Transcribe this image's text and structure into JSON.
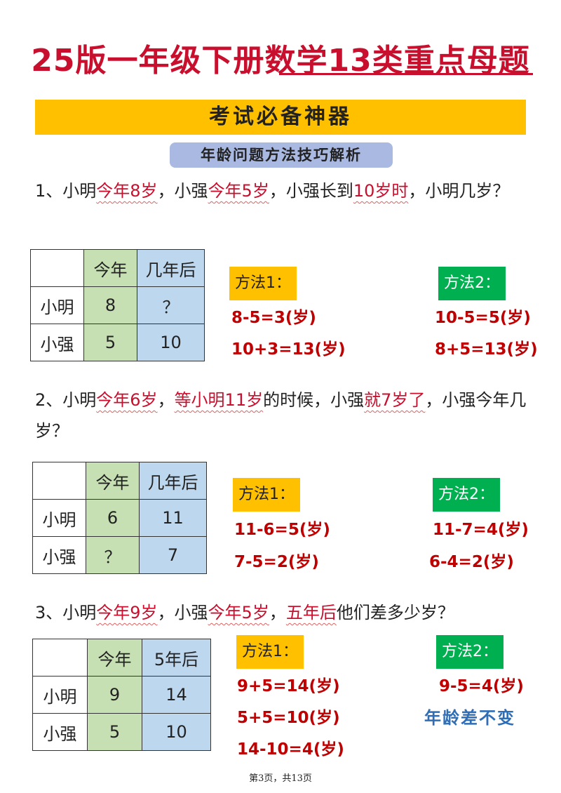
{
  "title": "25版一年级下册数学13类重点母题",
  "banner": "考试必备神器",
  "subtitle": "年龄问题方法技巧解析",
  "q1": {
    "p1": "1、小明",
    "h1": "今年8岁",
    "p2": "，小强",
    "h2": "今年5岁",
    "p3": "，小强长到",
    "h3": "10岁时",
    "p4": "，小明几岁？",
    "table": {
      "h0": "",
      "h1": "今年",
      "h2": "几年后",
      "r1": "小明",
      "r1a": "8",
      "r1b": "？",
      "r2": "小强",
      "r2a": "5",
      "r2b": "10"
    },
    "m1_label": "方法1：",
    "m1_l1": "8-5=3(岁)",
    "m1_l2": "10+3=13(岁)",
    "m2_label": "方法2：",
    "m2_l1": "10-5=5(岁)",
    "m2_l2": "8+5=13(岁)"
  },
  "q2": {
    "p1": "2、小明",
    "h1": "今年6岁",
    "p2": "，",
    "h2": "等小明11岁",
    "p3": "的时候，小强",
    "h3": "就7岁了",
    "p4": "，小强今年几岁？",
    "table": {
      "h0": "",
      "h1": "今年",
      "h2": "几年后",
      "r1": "小明",
      "r1a": "6",
      "r1b": "11",
      "r2": "小强",
      "r2a": "？",
      "r2b": "7"
    },
    "m1_label": "方法1：",
    "m1_l1": "11-6=5(岁)",
    "m1_l2": "7-5=2(岁)",
    "m2_label": "方法2：",
    "m2_l1": "11-7=4(岁)",
    "m2_l2": "6-4=2(岁)"
  },
  "q3": {
    "p1": "3、小明",
    "h1": "今年9岁",
    "p2": "，小强",
    "h2": "今年5岁",
    "p3": "，",
    "h3": "五年后",
    "p4": "他们差多少岁？",
    "table": {
      "h0": "",
      "h1": "今年",
      "h2": "5年后",
      "r1": "小明",
      "r1a": "9",
      "r1b": "14",
      "r2": "小强",
      "r2a": "5",
      "r2b": "10"
    },
    "m1_label": "方法1：",
    "m1_l1": "9+5=14(岁)",
    "m1_l2": "5+5=10(岁)",
    "m1_l3": "14-10=4(岁)",
    "m2_label": "方法2：",
    "m2_l1": "9-5=4(岁)",
    "m2_note": "年龄差不变"
  },
  "footer": "第3页，共13页"
}
